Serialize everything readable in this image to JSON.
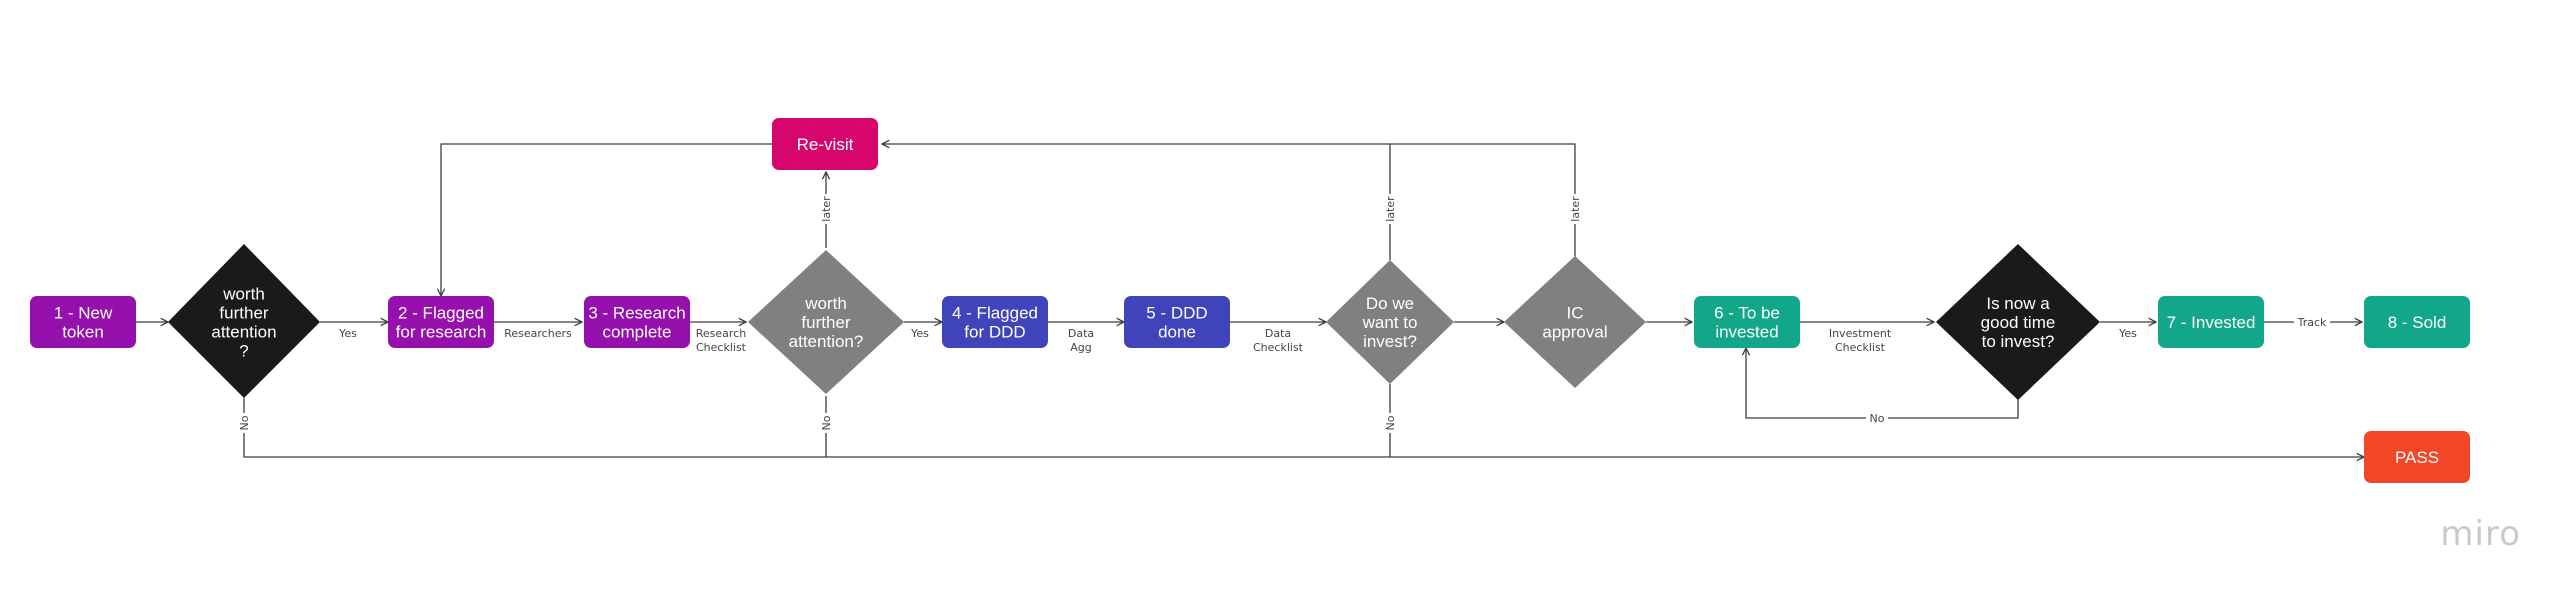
{
  "colors": {
    "purple": "#9510ac",
    "indigo": "#4044bb",
    "green": "#13a789",
    "magenta": "#d7066c",
    "red": "#f24726",
    "black": "#1a1a1a",
    "gray": "#808080",
    "line": "#3d3d3d"
  },
  "nodes": {
    "new_token": "1 - New\ntoken",
    "worth_attention_1": "worth\nfurther\nattention\n?",
    "flagged_research": "2 - Flagged\nfor research",
    "research_complete": "3 - Research\ncomplete",
    "worth_attention_2": "worth\nfurther\nattention?",
    "flagged_ddd": "4 - Flagged\nfor DDD",
    "ddd_done": "5 - DDD\ndone",
    "want_invest": "Do we\nwant to\ninvest?",
    "ic_approval": "IC\napproval",
    "to_be_invested": "6 - To be\ninvested",
    "good_time": "Is now a\ngood time\nto invest?",
    "invested": "7 - Invested",
    "sold": "8 - Sold",
    "revisit": "Re-visit",
    "pass": "PASS"
  },
  "edge_labels": {
    "yes_1": "Yes",
    "researchers": "Researchers",
    "research_checklist": "Research\nChecklist",
    "yes_2": "Yes",
    "data_agg": "Data\nAgg",
    "data_checklist": "Data\nChecklist",
    "investment_checklist": "Investment\nChecklist",
    "yes_3": "Yes",
    "track": "Track",
    "no_1": "No",
    "no_2": "No",
    "no_3": "No",
    "no_4": "No",
    "later_1": "later",
    "later_2": "later",
    "later_3": "later"
  },
  "watermark": "miro"
}
